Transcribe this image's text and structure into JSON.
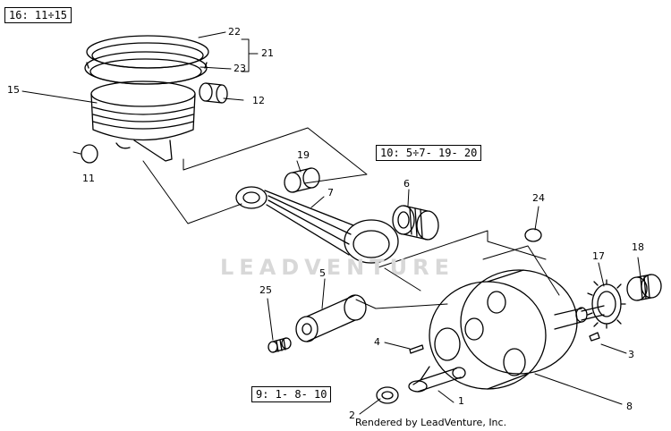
{
  "group_labels": {
    "piston_group": "16: 11÷15",
    "rod_group": "10: 5÷7- 19- 20",
    "crank_group": "9: 1- 8- 10"
  },
  "callouts": {
    "c1": "1",
    "c2": "2",
    "c3": "3",
    "c4": "4",
    "c5": "5",
    "c6": "6",
    "c7": "7",
    "c8": "8",
    "c11": "11",
    "c12": "12",
    "c15": "15",
    "c17": "17",
    "c18": "18",
    "c19": "19",
    "c21": "21",
    "c22": "22",
    "c23": "23",
    "c24": "24",
    "c25": "25"
  },
  "watermark": "LEADVENTURE",
  "credit": "Rendered by LeadVenture, Inc."
}
